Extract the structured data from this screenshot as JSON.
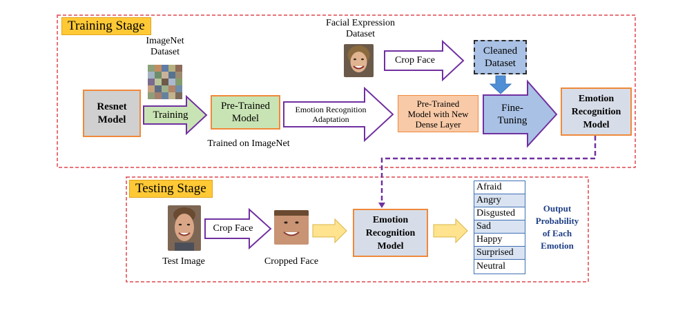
{
  "training": {
    "title": "Training Stage",
    "facial_expression_dataset": "Facial Expression\nDataset",
    "imagenet_dataset": "ImageNet\nDataset",
    "resnet_model": "Resnet\nModel",
    "training_arrow": "Training",
    "pretrained_model": "Pre-Trained\nModel",
    "trained_on_imagenet": "Trained on ImageNet",
    "adaptation_arrow": "Emotion Recognition\nAdaptation",
    "pretrained_new_dense": "Pre-Trained\nModel with New\nDense Layer",
    "crop_face_arrow": "Crop Face",
    "cleaned_dataset": "Cleaned\nDataset",
    "fine_tuning_arrow": "Fine-\nTuning",
    "emotion_model": "Emotion\nRecognition\nModel"
  },
  "testing": {
    "title": "Testing Stage",
    "test_image": "Test Image",
    "crop_face_arrow": "Crop Face",
    "cropped_face": "Cropped Face",
    "emotion_model": "Emotion\nRecognition\nModel",
    "emotions": [
      "Afraid",
      "Angry",
      "Disgusted",
      "Sad",
      "Happy",
      "Surprised",
      "Neutral"
    ],
    "output_label": "Output\nProbability\nof Each\nEmotion"
  },
  "colors": {
    "dashed_border": "#e0454c",
    "stage_title_bg": "#ffc936",
    "resnet_bg": "#d0d0d0",
    "orange_border": "#f0883a",
    "pretrained_bg": "#c9e4b4",
    "dense_bg": "#f8caa8",
    "cleaned_bg": "#a9c1e4",
    "model_bg": "#d7dde8",
    "purple_arrow": "#7030a0",
    "yellow_arrow": "#ffe38f",
    "blue_down_arrow": "#4f8fd6",
    "output_text": "#1f3f86"
  }
}
